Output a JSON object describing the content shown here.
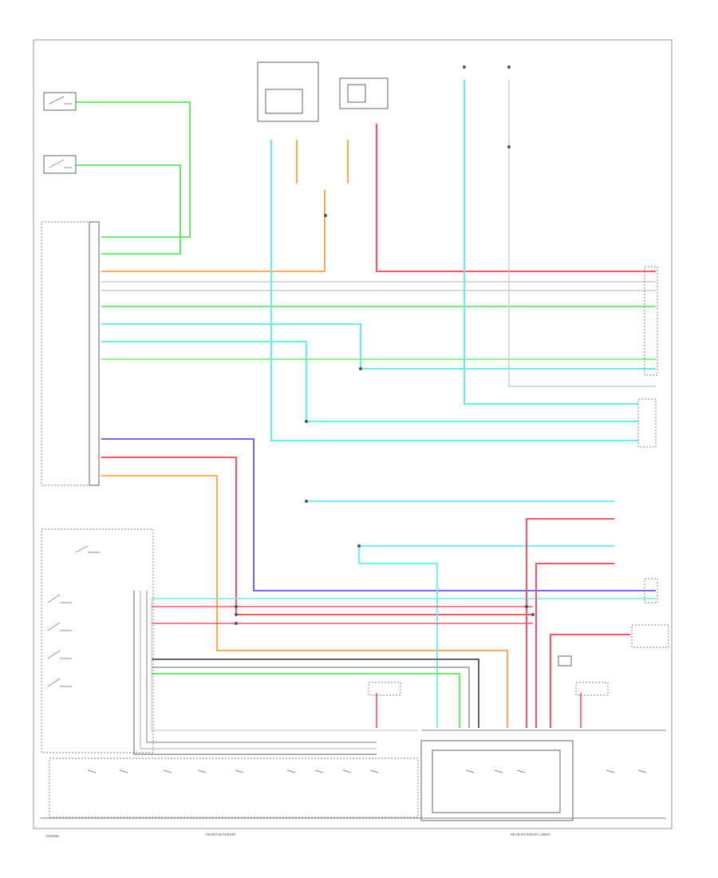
{
  "colors": {
    "GRN": "#66ee66",
    "LT BLU": "#66eeee",
    "ORN": "#ffaa55",
    "RED": "#ff5566",
    "PPL": "#7766ff",
    "GRY": "#666666",
    "WHT": "#cccccc"
  },
  "texts": {
    "footer_left": "ENGINE",
    "label_front_left": "FRONT EXTERIOR",
    "label_front_right": "REAR EXTERIOR LAMPS"
  }
}
